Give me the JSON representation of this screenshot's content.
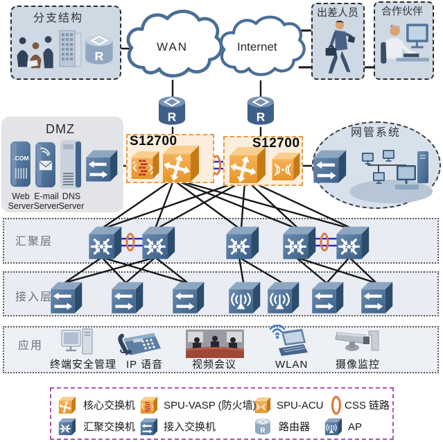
{
  "nodes": {
    "branch": {
      "label": "分支结构",
      "icon": "branch-office-photo"
    },
    "wan": {
      "label": "WAN",
      "icon": "cloud-icon"
    },
    "internet": {
      "label": "Internet",
      "icon": "cloud-icon"
    },
    "traveler": {
      "label": "出差人员",
      "icon": "business-traveler-figure"
    },
    "partner": {
      "label": "合作伙伴",
      "icon": "partner-at-computer-figure"
    },
    "dmz": {
      "title": "DMZ",
      "servers": [
        {
          "label": "Web Server",
          "icon": "web-server-icon"
        },
        {
          "label": "E-mail Server",
          "icon": "email-server-icon"
        },
        {
          "label": "DNS Server",
          "icon": "dns-server-icon"
        }
      ]
    },
    "core_left": {
      "label": "S12700",
      "cards": [
        "SPU-VASP",
        "core-switch"
      ]
    },
    "core_right": {
      "label": "S12700",
      "cards": [
        "core-switch",
        "SPU-ACU"
      ]
    },
    "nms": {
      "label": "网管系统",
      "icon": "management-computers"
    }
  },
  "layers": {
    "aggregation": {
      "label": "汇聚层",
      "switch_count": 5,
      "css_pairs": 2
    },
    "access": {
      "label": "接入层",
      "switch_count": 5,
      "ap_count": 2
    },
    "application": {
      "label": "应用"
    }
  },
  "applications": [
    {
      "label": "终端安全管理",
      "icon": "desktop-pc-icon"
    },
    {
      "label": "IP 语音",
      "icon": "ip-phone-icon"
    },
    {
      "label": "视频会议",
      "icon": "video-conference-photo"
    },
    {
      "label": "WLAN",
      "icon": "wifi-laptop-icon"
    },
    {
      "label": "摄像监控",
      "icon": "cctv-camera-icon"
    }
  ],
  "legend": {
    "row1": [
      {
        "icon": "core-switch-icon",
        "label": "核心交换机"
      },
      {
        "icon": "spu-vasp-icon",
        "label": "SPU-VASP (防火墙)"
      },
      {
        "icon": "spu-acu-icon",
        "label": "SPU-ACU"
      },
      {
        "icon": "css-link-icon",
        "label": "CSS 链路"
      }
    ],
    "row2": [
      {
        "icon": "aggregation-switch-icon",
        "label": "汇聚交换机"
      },
      {
        "icon": "access-switch-icon",
        "label": "接入交换机"
      },
      {
        "icon": "router-icon",
        "label": "路由器"
      },
      {
        "icon": "ap-icon",
        "label": "AP"
      }
    ]
  },
  "icons": {
    "router_glyph": "R",
    "web_server_glyph": ".COM"
  },
  "links": [
    {
      "from": "branch-router",
      "to": "wan"
    },
    {
      "from": "wan",
      "to": "router-left"
    },
    {
      "from": "internet",
      "to": "router-right"
    },
    {
      "from": "internet",
      "to": "traveler",
      "count": 2
    },
    {
      "from": "traveler",
      "to": "partner"
    },
    {
      "from": "router-left",
      "to": "s12700-left"
    },
    {
      "from": "router-right",
      "to": "s12700-right"
    },
    {
      "from": "dmz-switch",
      "to": "s12700-left"
    },
    {
      "from": "s12700-right",
      "to": "nms-switch"
    },
    {
      "from": "s12700-left",
      "to": "s12700-right",
      "type": "css-link"
    },
    {
      "from": "core-switches",
      "to": "aggregation-switches-1-5",
      "type": "full-mesh"
    },
    {
      "from": "agg-1",
      "to": "agg-2",
      "type": "css-link"
    },
    {
      "from": "agg-4",
      "to": "agg-5",
      "type": "css-link"
    },
    {
      "from": "agg-pair-1",
      "to": "access-switches-1-3",
      "type": "mesh"
    },
    {
      "from": "agg-3",
      "to": "aps-1-2"
    },
    {
      "from": "agg-pair-2",
      "to": "access-switches-4-5",
      "type": "mesh"
    }
  ],
  "colors": {
    "device_blue": "#4A6E94",
    "device_orange": "#F0A232",
    "css_link_blue": "#2828CC",
    "css_ring_orange": "#E0793A",
    "s12700_box_fill": "#FCEEDC",
    "s12700_box_border": "#E89A40",
    "legend_border": "#B050B0",
    "cloud_stroke": "#4A6E96",
    "band_fill": "#E9EDF3",
    "line_black": "#161616",
    "dmz_fill": "#E3E4E7"
  }
}
